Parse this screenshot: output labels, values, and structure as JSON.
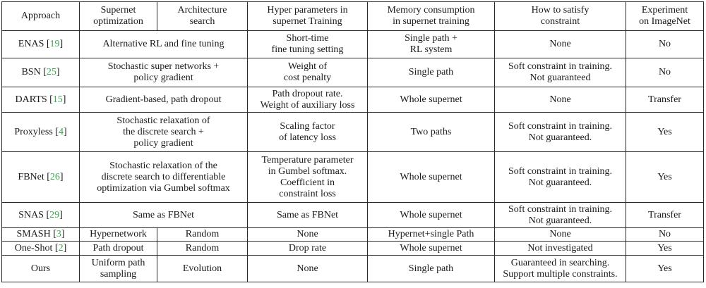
{
  "table": {
    "headers": {
      "approach": "Approach",
      "supernet_optimization": "Supernet\noptimization",
      "architecture_search": "Architecture\nsearch",
      "hyper_parameters": "Hyper parameters in\nsupernet Training",
      "memory": "Memory consumption\nin supernet training",
      "constraint": "How to satisfy\nconstraint",
      "experiment": "Experiment\non ImageNet"
    },
    "rows": [
      {
        "name": "ENAS",
        "ref": "19",
        "method": "Alternative RL and fine tuning",
        "hyper": "Short-time\nfine tuning setting",
        "memory": "Single path +\nRL system",
        "constraint": "None",
        "imagenet": "No"
      },
      {
        "name": "BSN",
        "ref": "25",
        "method": "Stochastic super networks +\npolicy gradient",
        "hyper": "Weight of\ncost penalty",
        "memory": "Single path",
        "constraint": "Soft constraint in training.\nNot guaranteed",
        "imagenet": "No"
      },
      {
        "name": "DARTS",
        "ref": "15",
        "method": "Gradient-based, path dropout",
        "hyper": "Path dropout rate.\nWeight of auxiliary loss",
        "memory": "Whole supernet",
        "constraint": "None",
        "imagenet": "Transfer"
      },
      {
        "name": "Proxyless",
        "ref": "4",
        "method": "Stochastic relaxation of\nthe discrete search +\npolicy gradient",
        "hyper": "Scaling factor\nof latency loss",
        "memory": "Two paths",
        "constraint": "Soft constraint in training.\nNot guaranteed.",
        "imagenet": "Yes"
      },
      {
        "name": "FBNet",
        "ref": "26",
        "method": "Stochastic relaxation of the\ndiscrete search to differentiable\noptimization via Gumbel softmax",
        "hyper": "Temperature parameter\nin Gumbel softmax.\nCoefficient in\nconstraint loss",
        "memory": "Whole supernet",
        "constraint": "Soft constraint in training.\nNot guaranteed.",
        "imagenet": "Yes"
      },
      {
        "name": "SNAS",
        "ref": "29",
        "method": "Same as FBNet",
        "hyper": "Same as FBNet",
        "memory": "Whole supernet",
        "constraint": "Soft constraint in training.\nNot guaranteed.",
        "imagenet": "Transfer"
      },
      {
        "name": "SMASH",
        "ref": "3",
        "supernet_opt": "Hypernetwork",
        "arch_search": "Random",
        "hyper": "None",
        "memory": "Hypernet+single Path",
        "constraint": "None",
        "imagenet": "No"
      },
      {
        "name": "One-Shot",
        "ref": "2",
        "supernet_opt": "Path dropout",
        "arch_search": "Random",
        "hyper": "Drop rate",
        "memory": "Whole supernet",
        "constraint": "Not investigated",
        "imagenet": "Yes"
      },
      {
        "name": "Ours",
        "ref": "",
        "supernet_opt": "Uniform path\nsampling",
        "arch_search": "Evolution",
        "hyper": "None",
        "memory": "Single path",
        "constraint": "Guaranteed in searching.\nSupport multiple constraints.",
        "imagenet": "Yes"
      }
    ]
  }
}
